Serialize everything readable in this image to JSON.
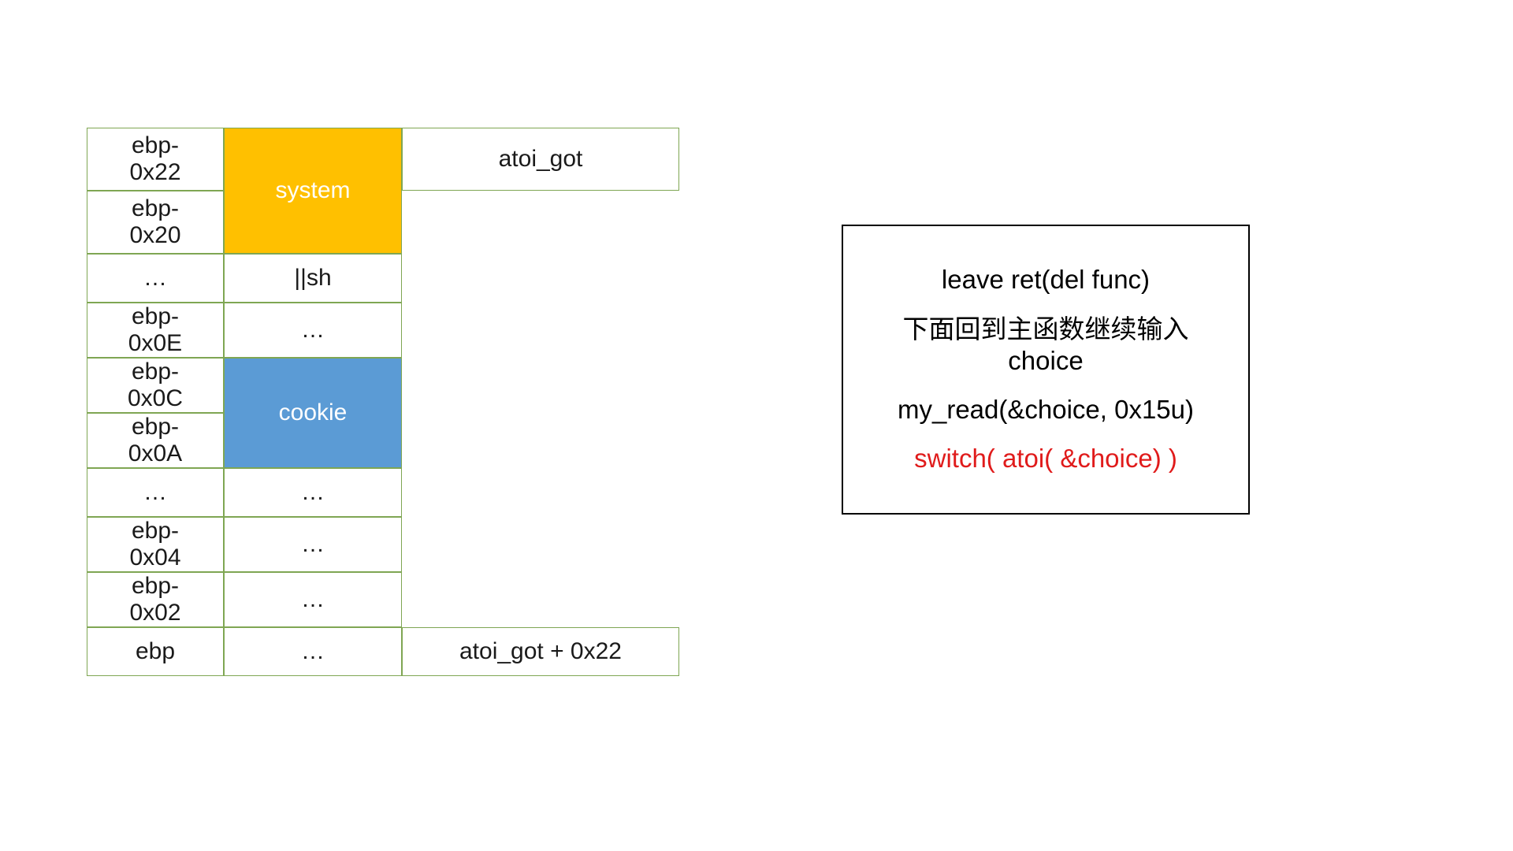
{
  "diagram": {
    "title": "stack layout overwrite diagram",
    "colors": {
      "grid_border": "#7FA653",
      "system_fill": "#FFC000",
      "cookie_fill": "#5B9BD5",
      "note_border": "#000000",
      "accent_text": "#E01B1B",
      "background": "#FFFFFF"
    },
    "stack_table": {
      "columns": [
        "address",
        "value",
        "annotation"
      ],
      "rows": [
        {
          "address": "ebp-\n0x22",
          "value": "",
          "annotation": "atoi_got"
        },
        {
          "address": "ebp-\n0x20",
          "value": "",
          "annotation": ""
        },
        {
          "address": "…",
          "value": "||sh",
          "annotation": ""
        },
        {
          "address": "ebp-\n0x0E",
          "value": "…",
          "annotation": ""
        },
        {
          "address": "ebp-\n0x0C",
          "value": "",
          "annotation": ""
        },
        {
          "address": "ebp-\n0x0A",
          "value": "",
          "annotation": ""
        },
        {
          "address": "…",
          "value": "…",
          "annotation": ""
        },
        {
          "address": "ebp-\n0x04",
          "value": "…",
          "annotation": ""
        },
        {
          "address": "ebp-\n0x02",
          "value": "…",
          "annotation": ""
        },
        {
          "address": "ebp",
          "value": "…",
          "annotation": "atoi_got + 0x22"
        }
      ],
      "merged_blocks": [
        {
          "label": "system",
          "spans_rows": [
            0,
            1
          ]
        },
        {
          "label": "cookie",
          "spans_rows": [
            4,
            5
          ]
        }
      ]
    },
    "note_box": {
      "lines": [
        {
          "text": "leave ret(del func)",
          "accent": false
        },
        {
          "text": "下面回到主函数继续输入\nchoice",
          "accent": false
        },
        {
          "text": "my_read(&choice, 0x15u)",
          "accent": false
        },
        {
          "text": "switch( atoi( &choice) )",
          "accent": true
        }
      ]
    }
  }
}
